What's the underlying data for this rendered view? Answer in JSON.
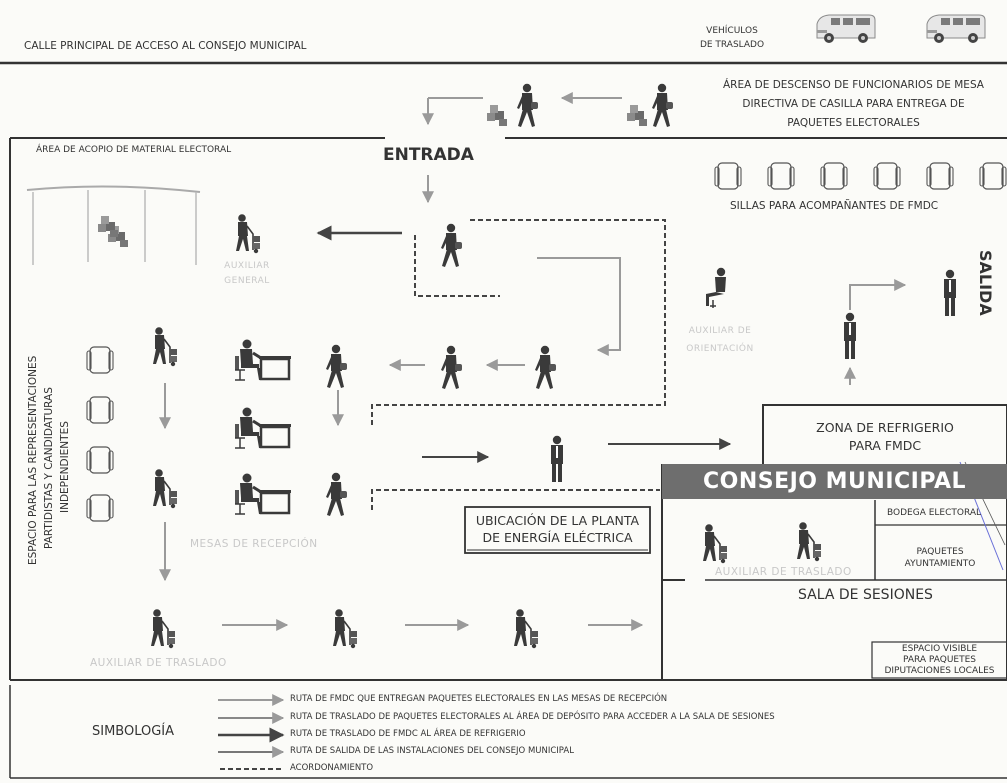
{
  "header": {
    "street": "CALLE PRINCIPAL DE ACCESO AL CONSEJO MUNICIPAL",
    "vehicles": [
      "VEHÍCULOS",
      "DE TRASLADO"
    ]
  },
  "areas": {
    "descenso": [
      "ÁREA DE DESCENSO DE FUNCIONARIOS DE MESA",
      "DIRECTIVA DE CASILLA PARA ENTREGA DE",
      "PAQUETES ELECTORALES"
    ],
    "acopio": "ÁREA DE ACOPIO DE MATERIAL ELECTORAL",
    "entrada": "ENTRADA",
    "sillas": "SILLAS PARA ACOMPAÑANTES DE FMDC",
    "salida": "SALIDA",
    "representaciones": [
      "ESPACIO PARA LAS REPRESENTACIONES",
      "PARTIDISTAS Y CANDIDATURAS",
      "INDEPENDIENTES"
    ],
    "auxiliar_general": [
      "AUXILIAR",
      "GENERAL"
    ],
    "auxiliar_orientacion": [
      "AUXILIAR DE",
      "ORIENTACIÓN"
    ],
    "mesas": "MESAS DE RECEPCIÓN",
    "auxiliar_traslado": "AUXILIAR DE TRASLADO",
    "refrigerio": [
      "ZONA DE REFRIGERIO",
      "PARA FMDC"
    ],
    "planta": [
      "UBICACIÓN DE LA PLANTA",
      "DE ENERGÍA ELÉCTRICA"
    ],
    "consejo": "CONSEJO MUNICIPAL",
    "bodega": "BODEGA ELECTORAL",
    "paquetes_ayto": [
      "PAQUETES",
      "AYUNTAMIENTO"
    ],
    "auxiliar_traslado_interior": "AUXILIAR DE TRASLADO",
    "sala": "SALA DE SESIONES",
    "espacio_visible": [
      "ESPACIO VISIBLE",
      "PARA PAQUETES",
      "DIPUTACIONES LOCALES"
    ]
  },
  "legend": {
    "title": "SIMBOLOGÍA",
    "items": [
      "RUTA DE FMDC QUE ENTREGAN PAQUETES ELECTORALES EN LAS MESAS DE RECEPCIÓN",
      "RUTA DE TRASLADO DE PAQUETES ELECTORALES AL ÁREA DE DEPÓSITO PARA ACCEDER A LA SALA DE SESIONES",
      "RUTA DE TRASLADO DE FMDC AL ÁREA DE REFRIGERIO",
      "RUTA DE SALIDA DE LAS INSTALACIONES DEL CONSEJO MUNICIPAL",
      "ACORDONAMIENTO"
    ]
  },
  "colors": {
    "ink": "#333333",
    "route_light": "#9a9a9a",
    "route_dark": "#444444",
    "faded_text": "#c8c8c8",
    "council_banner": "#6e6e6e"
  },
  "icons": [
    "van-icon",
    "person-walking-icon",
    "person-with-cart-icon",
    "person-standing-icon",
    "person-seated-desk-icon",
    "chair-icon",
    "package-pile-icon",
    "tent-icon"
  ]
}
